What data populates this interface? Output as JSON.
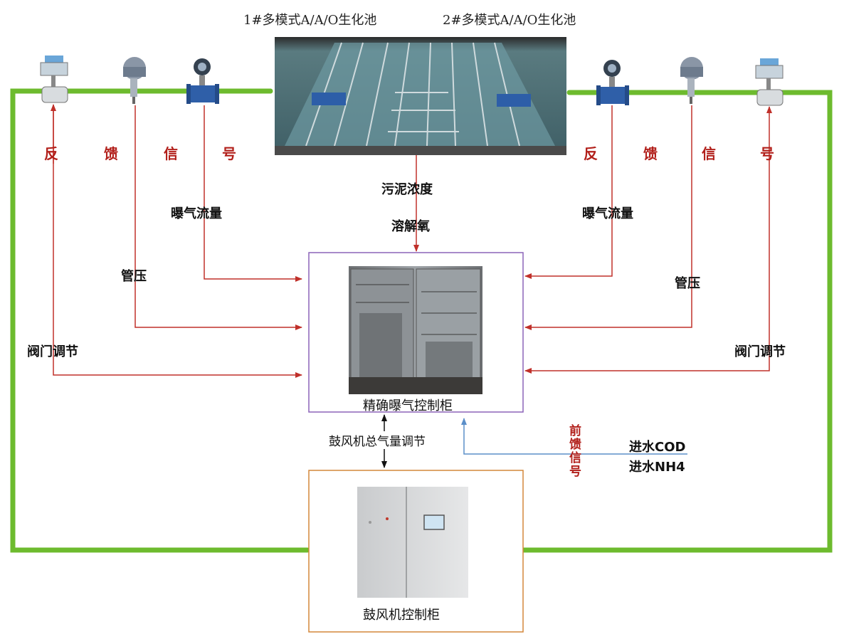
{
  "tanks": {
    "tank1_title": "1#多模式A/A/O生化池",
    "tank2_title": "2#多模式A/A/O生化池"
  },
  "feedback": {
    "left": [
      "反",
      "馈",
      "信",
      "号"
    ],
    "right": [
      "反",
      "馈",
      "信",
      "号"
    ]
  },
  "signals": {
    "sludge": "污泥浓度",
    "do": "溶解氧",
    "aeration_left": "曝气流量",
    "aeration_right": "曝气流量",
    "pressure_left": "管压",
    "pressure_right": "管压",
    "valve_left": "阀门调节",
    "valve_right": "阀门调节",
    "blower_total": "鼓风机总气量调节",
    "feedforward": "前馈信号",
    "inflow_cod": "进水COD",
    "inflow_nh4": "进水NH4"
  },
  "cabinets": {
    "aeration_cabinet": "精确曝气控制柜",
    "blower_cabinet": "鼓风机控制柜"
  },
  "colors": {
    "pipe_green": "#6dbb2e",
    "signal_red": "#c0302a",
    "feedforward_blue": "#5b8fc9",
    "aeration_border": "#8c63b8",
    "blower_border": "#d4873a"
  },
  "icons": {
    "valve": "control-valve-icon",
    "pressure": "pressure-transmitter-icon",
    "flowmeter": "flowmeter-icon"
  }
}
